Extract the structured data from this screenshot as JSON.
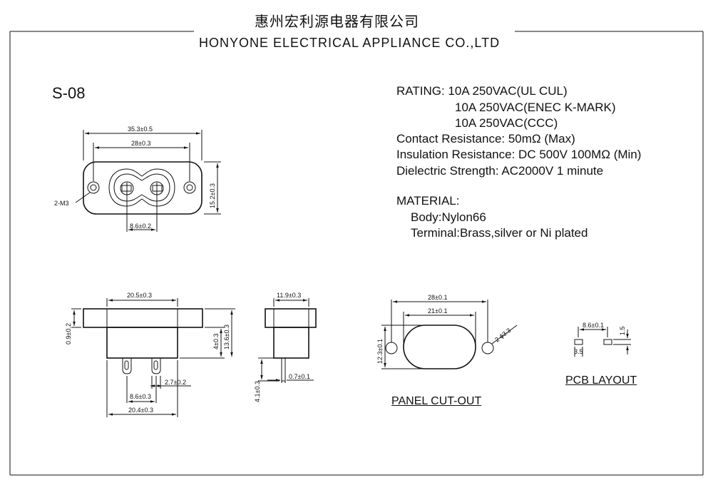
{
  "header": {
    "company_cn": "惠州宏利源电器有限公司",
    "company_en": "HONYONE  ELECTRICAL  APPLIANCE  CO.,LTD"
  },
  "model": "S-08",
  "specs": {
    "rating_1": "RATING: 10A 250VAC(UL CUL)",
    "rating_2": "10A 250VAC(ENEC K-MARK)",
    "rating_3": "10A 250VAC(CCC)",
    "contact_resistance": "Contact Resistance: 50mΩ (Max)",
    "insulation_resistance": "Insulation Resistance: DC 500V 100MΩ  (Min)",
    "dielectric_strength": "Dielectric Strength: AC2000V 1 minute"
  },
  "material": {
    "title": "MATERIAL:",
    "body": "Body:Nylon66",
    "terminal": "Terminal:Brass,silver or Ni plated"
  },
  "front_view": {
    "dim_overall": "35.3±0.5",
    "dim_holes": "28±0.3",
    "dim_height": "15.2±0.3",
    "dim_pins": "8.6±0.2",
    "screw": "2-M3"
  },
  "side_view": {
    "dim_top": "20.5±0.3",
    "dim_flange": "0.9±0.2",
    "dim_step": "4±0.3",
    "dim_total_h": "13.6±0.3",
    "dim_pin_w": "2.7±0.2",
    "dim_pin_pitch": "8.6±0.3",
    "dim_bottom": "20.4±0.3"
  },
  "end_view": {
    "dim_width": "11.9±0.3",
    "dim_pin_len": "4.1±0.3",
    "dim_pin_t": "0.7±0.1"
  },
  "panel_cutout": {
    "title": "PANEL CUT-OUT",
    "dim_outer": "28±0.1",
    "dim_inner": "21±0.1",
    "dim_height": "12.3±0.1",
    "dim_hole": "2-ϕ3.3"
  },
  "pcb_layout": {
    "title": "PCB LAYOUT",
    "dim_pitch": "8.6±0.1",
    "dim_h": "1.5",
    "dim_w": "3.5"
  }
}
